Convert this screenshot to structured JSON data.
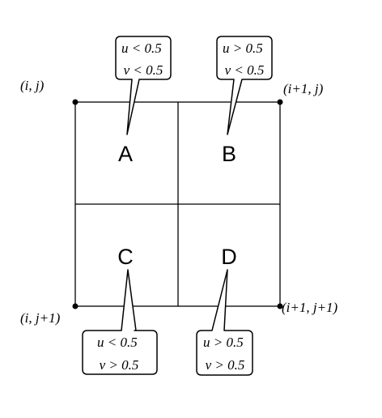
{
  "grid": {
    "quadrants": [
      {
        "id": "A",
        "label": "A"
      },
      {
        "id": "B",
        "label": "B"
      },
      {
        "id": "C",
        "label": "C"
      },
      {
        "id": "D",
        "label": "D"
      }
    ]
  },
  "corners": {
    "top_left": "(i, j)",
    "top_right": "(i+1, j)",
    "bottom_left": "(i, j+1)",
    "bottom_right": "(i+1, j+1)"
  },
  "callouts": {
    "A": {
      "line1": "u < 0.5",
      "line2": "v < 0.5"
    },
    "B": {
      "line1": "u > 0.5",
      "line2": "v < 0.5"
    },
    "C": {
      "line1": "u < 0.5",
      "line2": "v > 0.5"
    },
    "D": {
      "line1": "u > 0.5",
      "line2": "v > 0.5"
    }
  }
}
